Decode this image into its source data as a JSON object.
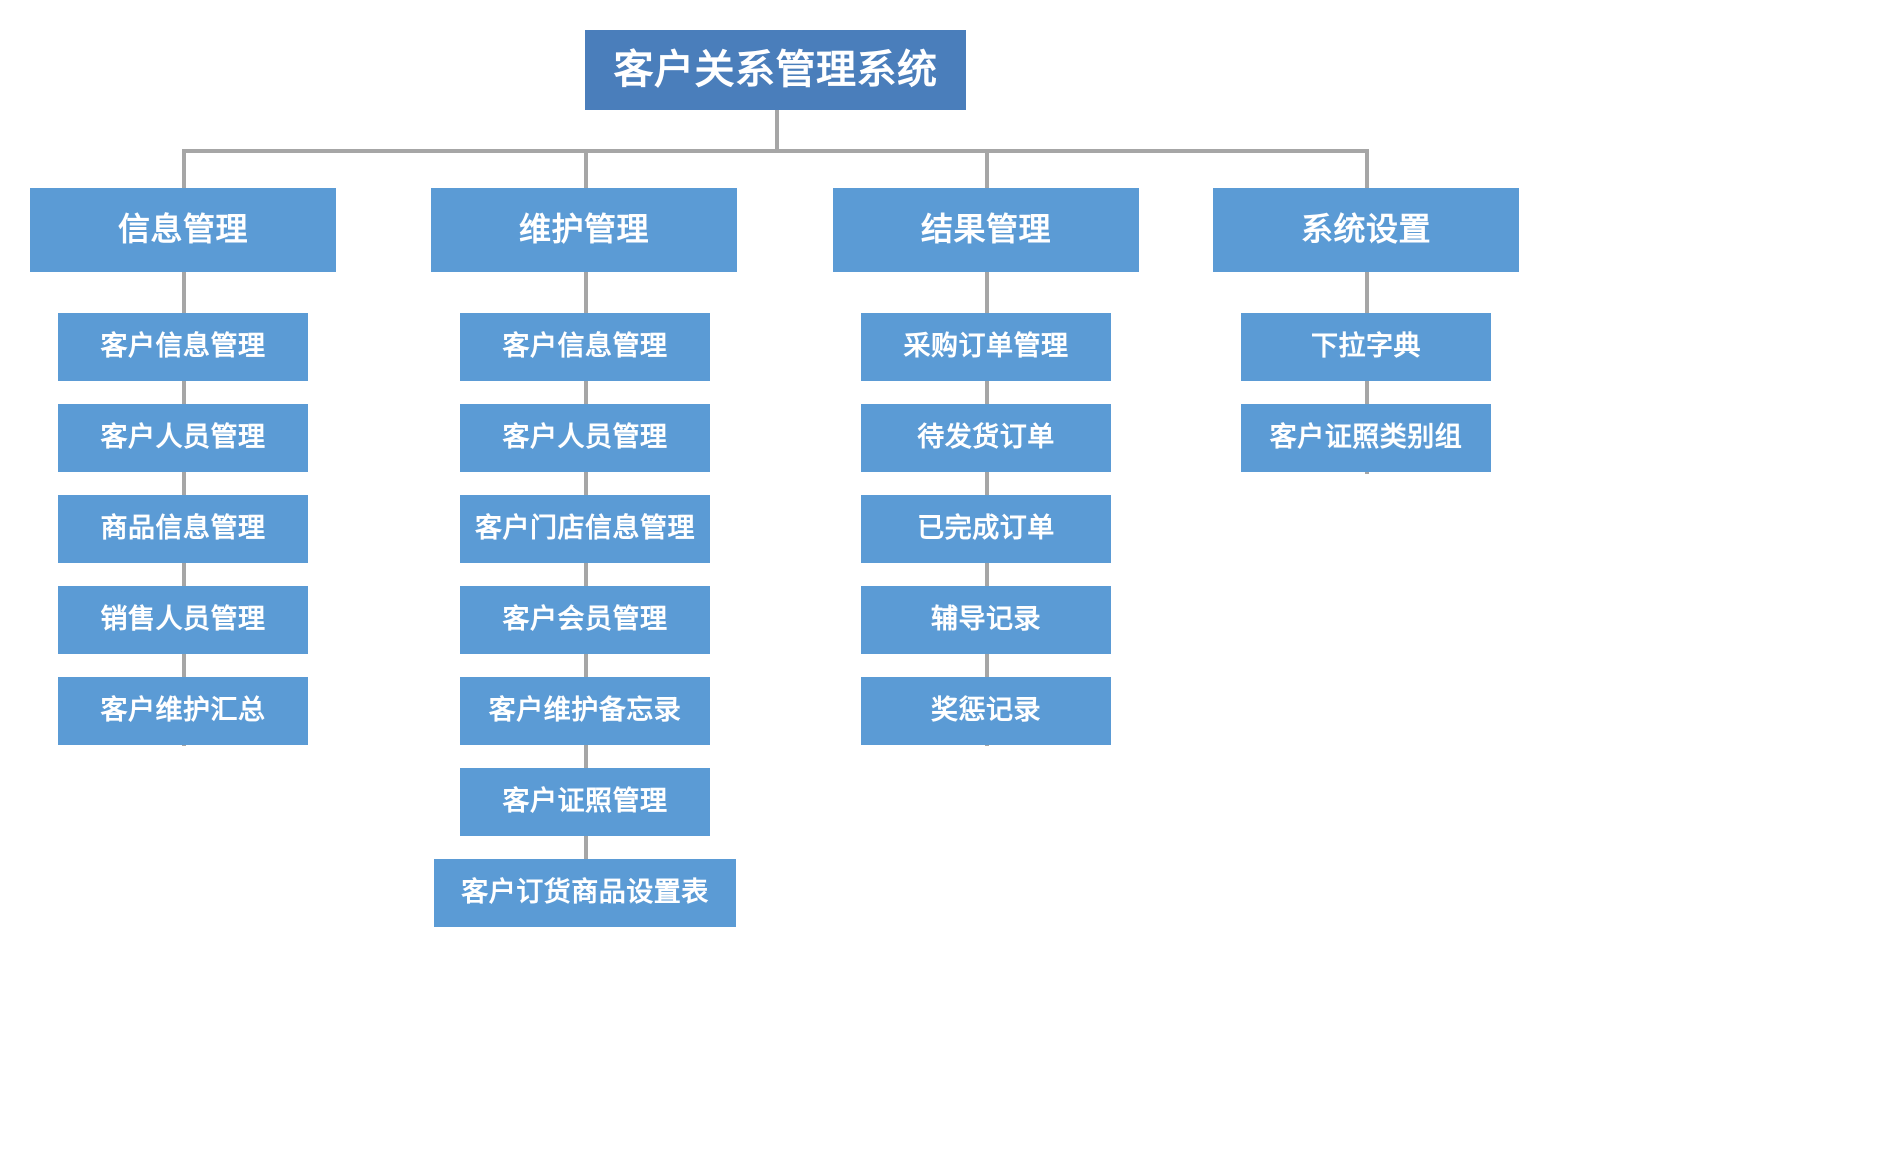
{
  "diagram": {
    "title": "客户关系管理系统",
    "type": "organization-tree",
    "colors": {
      "root_fill": "#4a7ebb",
      "node_fill": "#5b9bd5",
      "connector": "#a6a6a6",
      "text": "#ffffff",
      "background": "#ffffff"
    },
    "root": {
      "label": "客户关系管理系统"
    },
    "branches": [
      {
        "label": "信息管理",
        "children": [
          {
            "label": "客户信息管理"
          },
          {
            "label": "客户人员管理"
          },
          {
            "label": "商品信息管理"
          },
          {
            "label": "销售人员管理"
          },
          {
            "label": "客户维护汇总"
          }
        ]
      },
      {
        "label": "维护管理",
        "children": [
          {
            "label": "客户信息管理"
          },
          {
            "label": "客户人员管理"
          },
          {
            "label": "客户门店信息管理"
          },
          {
            "label": "客户会员管理"
          },
          {
            "label": "客户维护备忘录"
          },
          {
            "label": "客户证照管理"
          },
          {
            "label": "客户订货商品设置表"
          }
        ]
      },
      {
        "label": "结果管理",
        "children": [
          {
            "label": "采购订单管理"
          },
          {
            "label": "待发货订单"
          },
          {
            "label": "已完成订单"
          },
          {
            "label": "辅导记录"
          },
          {
            "label": "奖惩记录"
          }
        ]
      },
      {
        "label": "系统设置",
        "children": [
          {
            "label": "下拉字典"
          },
          {
            "label": "客户证照类别组"
          }
        ]
      }
    ]
  }
}
